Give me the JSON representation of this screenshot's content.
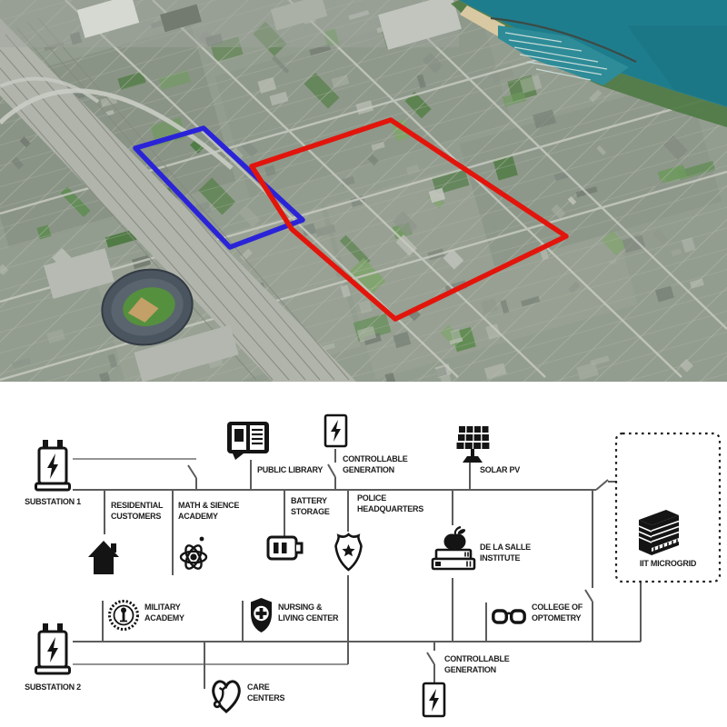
{
  "map": {
    "blue_zone_color": "#2a23d8",
    "red_zone_color": "#e2150c",
    "lake_color": "#1e7d8d",
    "marina_color": "#2e8c98"
  },
  "diagram": {
    "substation1": {
      "label": "SUBSTATION 1"
    },
    "substation2": {
      "label": "SUBSTATION 2"
    },
    "residential": {
      "label": "RESIDENTIAL\nCUSTOMERS"
    },
    "math_science": {
      "label": "MATH & SIENCE\nACADEMY"
    },
    "public_library": {
      "label": "PUBLIC LIBRARY"
    },
    "battery_storage": {
      "label": "BATTERY\nSTORAGE"
    },
    "controllable_gen_1": {
      "label": "CONTROLLABLE\nGENERATION"
    },
    "police_hq": {
      "label": "POLICE\nHEADQUARTERS"
    },
    "solar_pv": {
      "label": "SOLAR PV"
    },
    "de_la_salle": {
      "label": "DE LA SALLE\nINSTITUTE"
    },
    "iit_microgrid": {
      "label": "IIT MICROGRID"
    },
    "military_academy": {
      "label": "MILITARY\nACADEMY"
    },
    "nursing_living": {
      "label": "NURSING &\nLIVING CENTER"
    },
    "college_optometry": {
      "label": "COLLEGE OF\nOPTOMETRY"
    },
    "care_centers": {
      "label": "CARE\nCENTERS"
    },
    "controllable_gen_2": {
      "label": "CONTROLLABLE\nGENERATION"
    }
  }
}
